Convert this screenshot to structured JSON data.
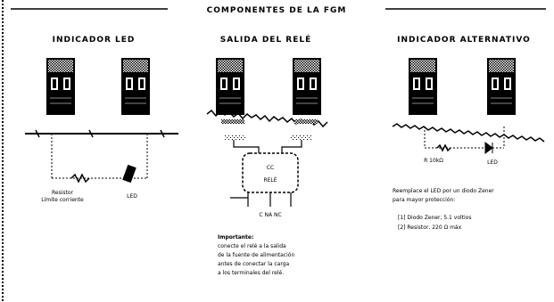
{
  "header": {
    "title": "COMPONENTES DE LA FGM"
  },
  "panels": [
    {
      "title": "INDICADOR LED",
      "labels": {
        "resistor": "Resistor",
        "resistor_note": "Límite corriente",
        "led": "LED"
      }
    },
    {
      "title": "SALIDA DEL RELÉ",
      "labels": {
        "relay_line1": "CC",
        "relay_line2": "RELÉ",
        "relay_pins": "C  NA  NC",
        "note_heading": "Importante:",
        "note_lines": [
          "conecte el relé a la salida",
          "de la fuente de alimentación",
          "antes de conectar la carga",
          "a los terminales del relé."
        ]
      }
    },
    {
      "title": "INDICADOR ALTERNATIVO",
      "labels": {
        "resistor": "R 10kΩ",
        "led": "LED",
        "note_lines": [
          "Reemplace el LED por un diodo Zener",
          "para mayor protección:",
          "[1] Diodo Zener, 5.1 voltios",
          "[2] Resistor, 220 Ω máx"
        ]
      }
    }
  ],
  "colors": {
    "ink": "#000000",
    "paper": "#ffffff",
    "dither": "#555555"
  }
}
